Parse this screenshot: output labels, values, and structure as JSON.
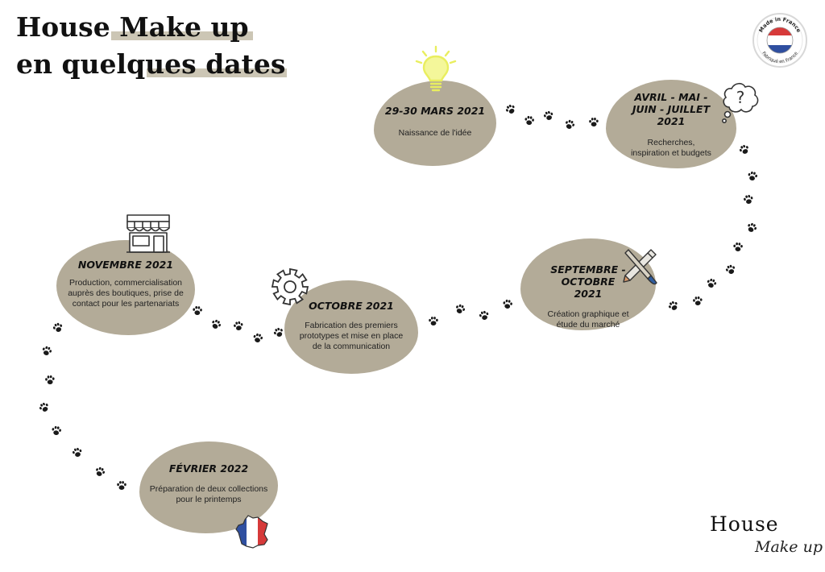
{
  "title": {
    "line1": "House Make up",
    "line2": "en quelques dates"
  },
  "badge": {
    "top_text": "Made in France",
    "bottom_text": "Fabriqué en France"
  },
  "events": [
    {
      "date": "29-30 MARS 2021",
      "desc": "Naissance de l'idée"
    },
    {
      "date": "AVRIL - MAI - JUIN - JUILLET 2021",
      "desc": "Recherches, inspiration et budgets"
    },
    {
      "date": "SEPTEMBRE - OCTOBRE 2021",
      "desc": "Création graphique et étude du marché"
    },
    {
      "date": "OCTOBRE 2021",
      "desc": "Fabrication des premiers prototypes et mise en place de la communication"
    },
    {
      "date": "NOVEMBRE 2021",
      "desc": "Production, commercialisation auprès des boutiques, prise de contact pour les partenariats"
    },
    {
      "date": "FÉVRIER 2022",
      "desc": "Préparation de deux collections pour le printemps"
    }
  ],
  "brand": {
    "house": "House",
    "makeup": "Make up"
  },
  "colors": {
    "blob": "#b3ab98",
    "title_bar": "#ccc6b5",
    "paw": "#1a1a1a",
    "bulb": "#eef26a"
  }
}
